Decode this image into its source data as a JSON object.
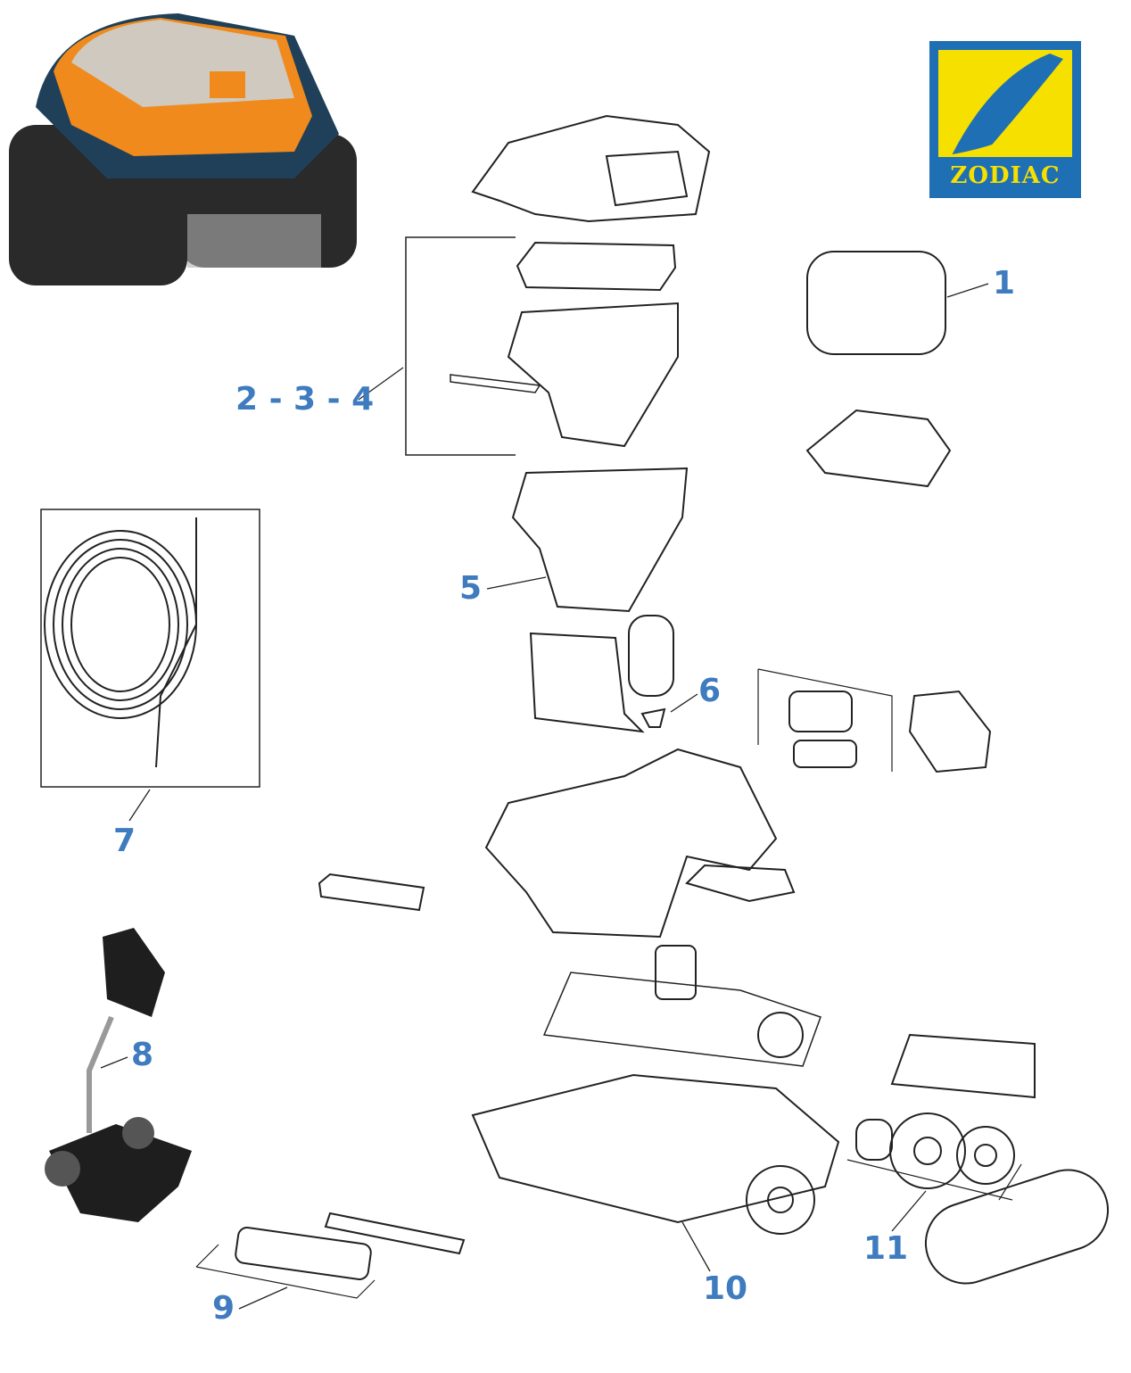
{
  "brand": {
    "name": "ZODIAC",
    "colors": {
      "blue": "#1f6fb5",
      "yellow": "#f5e000"
    }
  },
  "label_color": "#3f7bbf",
  "callouts": [
    {
      "id": "1",
      "text": "1"
    },
    {
      "id": "2-3-4",
      "text": "2 - 3 - 4"
    },
    {
      "id": "5",
      "text": "5"
    },
    {
      "id": "6",
      "text": "6"
    },
    {
      "id": "7",
      "text": "7"
    },
    {
      "id": "8",
      "text": "8"
    },
    {
      "id": "9",
      "text": "9"
    },
    {
      "id": "10",
      "text": "10"
    },
    {
      "id": "11",
      "text": "11"
    }
  ]
}
